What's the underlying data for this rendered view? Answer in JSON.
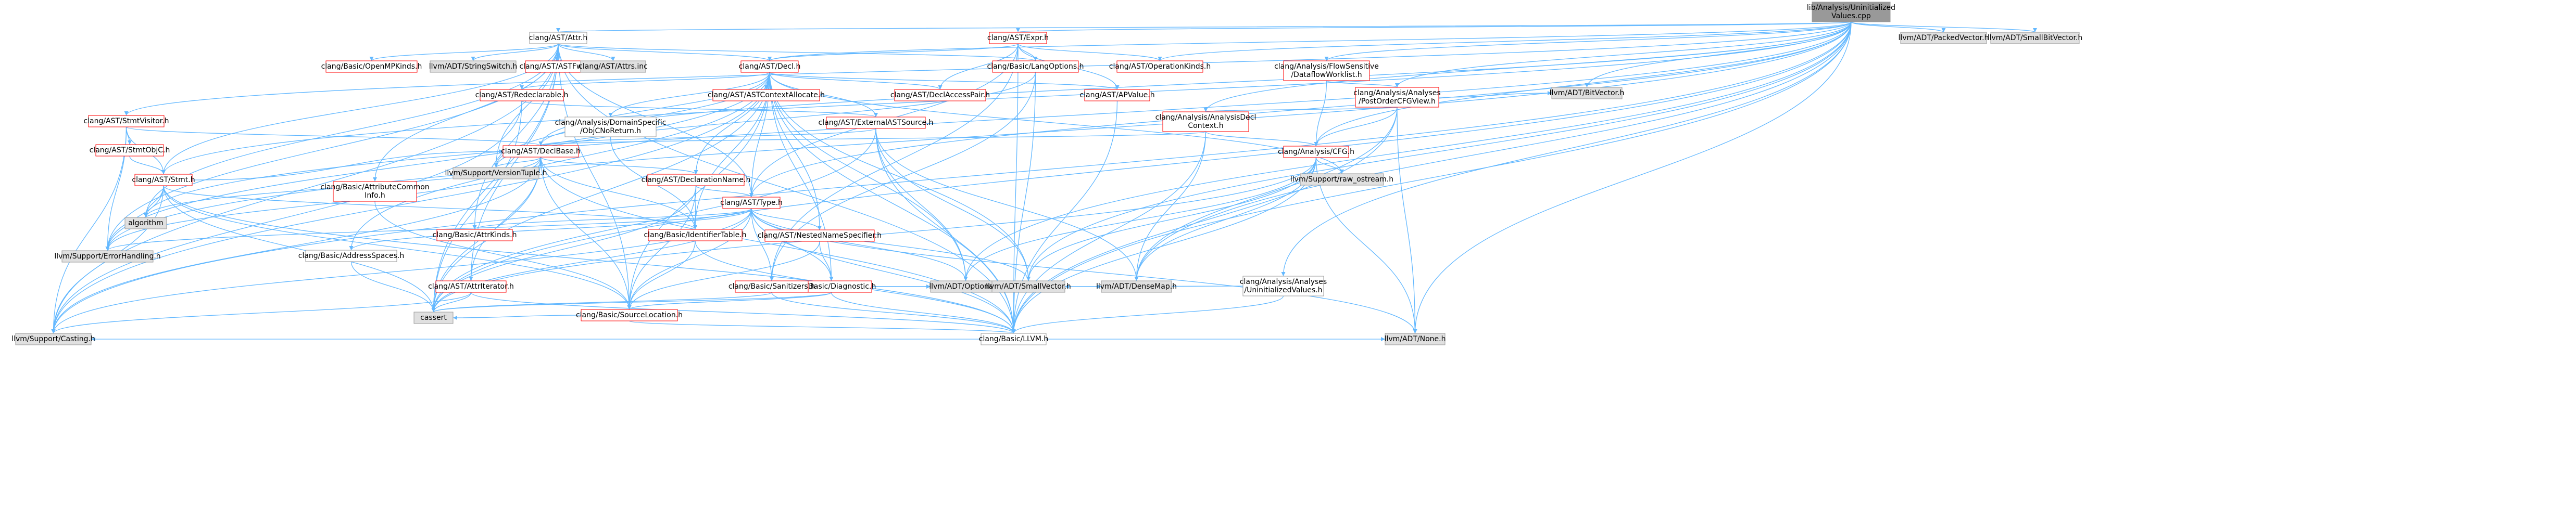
{
  "graph": {
    "colors": {
      "edge": "#63b8ff",
      "root_fill": "#999999",
      "red_border": "#ff0000",
      "gray_fill": "#e0e0e0",
      "gray_border": "#999999",
      "text": "#000000",
      "white": "#ffffff"
    },
    "nodes": [
      {
        "id": "root",
        "label": [
          "lib/Analysis/Uninitialized",
          "Values.cpp"
        ],
        "style": "root"
      },
      {
        "id": "stmtvisitor",
        "label": [
          "clang/AST/StmtVisitor.h"
        ],
        "style": "red"
      },
      {
        "id": "stmtobjc",
        "label": [
          "clang/AST/StmtObjC.h"
        ],
        "style": "red"
      },
      {
        "id": "stmt",
        "label": [
          "clang/AST/Stmt.h"
        ],
        "style": "red"
      },
      {
        "id": "attr",
        "label": [
          "clang/AST/Attr.h"
        ],
        "style": "white"
      },
      {
        "id": "decl",
        "label": [
          "clang/AST/Decl.h"
        ],
        "style": "red"
      },
      {
        "id": "expr",
        "label": [
          "clang/AST/Expr.h"
        ],
        "style": "red"
      },
      {
        "id": "opkinds",
        "label": [
          "clang/AST/OperationKinds.h"
        ],
        "style": "red"
      },
      {
        "id": "redeclarable",
        "label": [
          "clang/AST/Redeclarable.h"
        ],
        "style": "red"
      },
      {
        "id": "externalastsource",
        "label": [
          "clang/AST/ExternalASTSource.h"
        ],
        "style": "red"
      },
      {
        "id": "declbase",
        "label": [
          "clang/AST/DeclBase.h"
        ],
        "style": "red"
      },
      {
        "id": "declarationname",
        "label": [
          "clang/AST/DeclarationName.h"
        ],
        "style": "red"
      },
      {
        "id": "type",
        "label": [
          "clang/AST/Type.h"
        ],
        "style": "red"
      },
      {
        "id": "nestednamespecifier",
        "label": [
          "clang/AST/NestedNameSpecifier.h"
        ],
        "style": "red"
      },
      {
        "id": "attriterator",
        "label": [
          "clang/AST/AttrIterator.h"
        ],
        "style": "red"
      },
      {
        "id": "astcontextalloc",
        "label": [
          "clang/AST/ASTContextAllocate.h"
        ],
        "style": "red"
      },
      {
        "id": "declaccesspair",
        "label": [
          "clang/AST/DeclAccessPair.h"
        ],
        "style": "red"
      },
      {
        "id": "apvalue",
        "label": [
          "clang/AST/APValue.h"
        ],
        "style": "red"
      },
      {
        "id": "astfwd",
        "label": [
          "clang/AST/ASTFwd.h"
        ],
        "style": "red"
      },
      {
        "id": "openmpkinds",
        "label": [
          "clang/Basic/OpenMPKinds.h"
        ],
        "style": "red"
      },
      {
        "id": "stringswitch",
        "label": [
          "llvm/ADT/StringSwitch.h"
        ],
        "style": "gray"
      },
      {
        "id": "attrsinc",
        "label": [
          "clang/AST/Attrs.inc"
        ],
        "style": "gray"
      },
      {
        "id": "langoptions",
        "label": [
          "clang/Basic/LangOptions.h"
        ],
        "style": "red"
      },
      {
        "id": "attrcommoninfo",
        "label": [
          "clang/Basic/AttributeCommon",
          "Info.h"
        ],
        "style": "red"
      },
      {
        "id": "identifiertable",
        "label": [
          "clang/Basic/IdentifierTable.h"
        ],
        "style": "red"
      },
      {
        "id": "attrkinds",
        "label": [
          "clang/Basic/AttrKinds.h"
        ],
        "style": "red"
      },
      {
        "id": "addressspaces",
        "label": [
          "clang/Basic/AddressSpaces.h"
        ],
        "style": "white"
      },
      {
        "id": "diagnostic",
        "label": [
          "clang/Basic/Diagnostic.h"
        ],
        "style": "red"
      },
      {
        "id": "sanitizers",
        "label": [
          "clang/Basic/Sanitizers.h"
        ],
        "style": "red"
      },
      {
        "id": "sourcelocation",
        "label": [
          "clang/Basic/SourceLocation.h"
        ],
        "style": "red"
      },
      {
        "id": "llvmh",
        "label": [
          "clang/Basic/LLVM.h"
        ],
        "style": "white"
      },
      {
        "id": "domainobjc",
        "label": [
          "clang/Analysis/DomainSpecific",
          "/ObjCNoReturn.h"
        ],
        "style": "white"
      },
      {
        "id": "analysisdeclctx",
        "label": [
          "clang/Analysis/AnalysisDecl",
          "Context.h"
        ],
        "style": "red"
      },
      {
        "id": "cfg",
        "label": [
          "clang/Analysis/CFG.h"
        ],
        "style": "red"
      },
      {
        "id": "postorder",
        "label": [
          "clang/Analysis/Analyses",
          "/PostOrderCFGView.h"
        ],
        "style": "red"
      },
      {
        "id": "dataflow",
        "label": [
          "clang/Analysis/FlowSensitive",
          "/DataflowWorklist.h"
        ],
        "style": "red"
      },
      {
        "id": "uninitvals",
        "label": [
          "clang/Analysis/Analyses",
          "/UninitializedValues.h"
        ],
        "style": "white"
      },
      {
        "id": "versiontuple",
        "label": [
          "llvm/Support/VersionTuple.h"
        ],
        "style": "gray"
      },
      {
        "id": "rawostream",
        "label": [
          "llvm/Support/raw_ostream.h"
        ],
        "style": "gray"
      },
      {
        "id": "errorhandling",
        "label": [
          "llvm/Support/ErrorHandling.h"
        ],
        "style": "gray"
      },
      {
        "id": "casting",
        "label": [
          "llvm/Support/Casting.h"
        ],
        "style": "gray"
      },
      {
        "id": "algorithm",
        "label": [
          "algorithm"
        ],
        "style": "gray"
      },
      {
        "id": "cassert",
        "label": [
          "cassert"
        ],
        "style": "gray"
      },
      {
        "id": "optional",
        "label": [
          "llvm/ADT/Optional.h"
        ],
        "style": "gray"
      },
      {
        "id": "smallvector",
        "label": [
          "llvm/ADT/SmallVector.h"
        ],
        "style": "gray"
      },
      {
        "id": "densemap",
        "label": [
          "llvm/ADT/DenseMap.h"
        ],
        "style": "gray"
      },
      {
        "id": "none",
        "label": [
          "llvm/ADT/None.h"
        ],
        "style": "gray"
      },
      {
        "id": "bitvector",
        "label": [
          "llvm/ADT/BitVector.h"
        ],
        "style": "gray"
      },
      {
        "id": "packedvector",
        "label": [
          "llvm/ADT/PackedVector.h"
        ],
        "style": "gray"
      },
      {
        "id": "smallbitvector",
        "label": [
          "llvm/ADT/SmallBitVector.h"
        ],
        "style": "gray"
      }
    ],
    "edges": [
      [
        "root",
        "stmtvisitor"
      ],
      [
        "root",
        "stmt"
      ],
      [
        "root",
        "attr"
      ],
      [
        "root",
        "decl"
      ],
      [
        "root",
        "expr"
      ],
      [
        "root",
        "opkinds"
      ],
      [
        "root",
        "analysisdeclctx"
      ],
      [
        "root",
        "cfg"
      ],
      [
        "root",
        "postorder"
      ],
      [
        "root",
        "dataflow"
      ],
      [
        "root",
        "uninitvals"
      ],
      [
        "root",
        "llvmh"
      ],
      [
        "root",
        "optional"
      ],
      [
        "root",
        "bitvector"
      ],
      [
        "root",
        "packedvector"
      ],
      [
        "root",
        "smallbitvector"
      ],
      [
        "root",
        "casting"
      ],
      [
        "root",
        "none"
      ],
      [
        "root",
        "densemap"
      ],
      [
        "root",
        "declbase"
      ],
      [
        "root",
        "type"
      ],
      [
        "root",
        "smallvector"
      ],
      [
        "root",
        "cassert"
      ],
      [
        "root",
        "algorithm"
      ],
      [
        "root",
        "errorhandling"
      ],
      [
        "stmtvisitor",
        "stmtobjc"
      ],
      [
        "stmtvisitor",
        "stmt"
      ],
      [
        "stmtvisitor",
        "casting"
      ],
      [
        "stmtvisitor",
        "errorhandling"
      ],
      [
        "stmtvisitor",
        "declbase"
      ],
      [
        "stmtobjc",
        "stmt"
      ],
      [
        "stmt",
        "declbase"
      ],
      [
        "stmt",
        "identifiertable"
      ],
      [
        "stmt",
        "sourcelocation"
      ],
      [
        "stmt",
        "casting"
      ],
      [
        "stmt",
        "errorhandling"
      ],
      [
        "stmt",
        "algorithm"
      ],
      [
        "stmt",
        "cassert"
      ],
      [
        "stmt",
        "llvmh"
      ],
      [
        "attr",
        "decl"
      ],
      [
        "attr",
        "type"
      ],
      [
        "attr",
        "attriterator"
      ],
      [
        "attr",
        "astfwd"
      ],
      [
        "attr",
        "openmpkinds"
      ],
      [
        "attr",
        "stringswitch"
      ],
      [
        "attr",
        "attrsinc"
      ],
      [
        "attr",
        "langoptions"
      ],
      [
        "attr",
        "attrcommoninfo"
      ],
      [
        "attr",
        "attrkinds"
      ],
      [
        "attr",
        "sourcelocation"
      ],
      [
        "attr",
        "llvmh"
      ],
      [
        "attr",
        "versiontuple"
      ],
      [
        "attr",
        "errorhandling"
      ],
      [
        "attr",
        "cassert"
      ],
      [
        "attr",
        "casting"
      ],
      [
        "attr",
        "stmt"
      ],
      [
        "attr",
        "algorithm"
      ],
      [
        "decl",
        "redeclarable"
      ],
      [
        "decl",
        "externalastsource"
      ],
      [
        "decl",
        "declbase"
      ],
      [
        "decl",
        "declarationname"
      ],
      [
        "decl",
        "type"
      ],
      [
        "decl",
        "nestednamespecifier"
      ],
      [
        "decl",
        "astcontextalloc"
      ],
      [
        "decl",
        "declaccesspair"
      ],
      [
        "decl",
        "apvalue"
      ],
      [
        "decl",
        "domainobjc"
      ],
      [
        "decl",
        "identifiertable"
      ],
      [
        "decl",
        "diagnostic"
      ],
      [
        "decl",
        "sourcelocation"
      ],
      [
        "decl",
        "llvmh"
      ],
      [
        "decl",
        "optional"
      ],
      [
        "decl",
        "smallvector"
      ],
      [
        "decl",
        "versiontuple"
      ],
      [
        "decl",
        "casting"
      ],
      [
        "decl",
        "errorhandling"
      ],
      [
        "decl",
        "cassert"
      ],
      [
        "decl",
        "addressspaces"
      ],
      [
        "decl",
        "rawostream"
      ],
      [
        "expr",
        "decl"
      ],
      [
        "expr",
        "declaccesspair"
      ],
      [
        "expr",
        "opkinds"
      ],
      [
        "expr",
        "type"
      ],
      [
        "expr",
        "apvalue"
      ],
      [
        "expr",
        "langoptions"
      ],
      [
        "expr",
        "llvmh"
      ],
      [
        "expr",
        "sanitizers"
      ],
      [
        "redeclarable",
        "externalastsource"
      ],
      [
        "redeclarable",
        "casting"
      ],
      [
        "redeclarable",
        "cassert"
      ],
      [
        "externalastsource",
        "declbase"
      ],
      [
        "externalastsource",
        "llvmh"
      ],
      [
        "externalastsource",
        "optional"
      ],
      [
        "externalastsource",
        "smallvector"
      ],
      [
        "externalastsource",
        "densemap"
      ],
      [
        "externalastsource",
        "cassert"
      ],
      [
        "declbase",
        "declarationname"
      ],
      [
        "declbase",
        "attriterator"
      ],
      [
        "declbase",
        "identifiertable"
      ],
      [
        "declbase",
        "sourcelocation"
      ],
      [
        "declbase",
        "llvmh"
      ],
      [
        "declbase",
        "versiontuple"
      ],
      [
        "declbase",
        "casting"
      ],
      [
        "declbase",
        "algorithm"
      ],
      [
        "declbase",
        "cassert"
      ],
      [
        "declbase",
        "errorhandling"
      ],
      [
        "declarationname",
        "identifiertable"
      ],
      [
        "declarationname",
        "type"
      ],
      [
        "declarationname",
        "sourcelocation"
      ],
      [
        "declarationname",
        "cassert"
      ],
      [
        "type",
        "nestednamespecifier"
      ],
      [
        "type",
        "addressspaces"
      ],
      [
        "type",
        "attrkinds"
      ],
      [
        "type",
        "diagnostic"
      ],
      [
        "type",
        "sourcelocation"
      ],
      [
        "type",
        "llvmh"
      ],
      [
        "type",
        "optional"
      ],
      [
        "type",
        "smallvector"
      ],
      [
        "type",
        "none"
      ],
      [
        "type",
        "casting"
      ],
      [
        "type",
        "errorhandling"
      ],
      [
        "type",
        "cassert"
      ],
      [
        "type",
        "sanitizers"
      ],
      [
        "nestednamespecifier",
        "diagnostic"
      ],
      [
        "nestednamespecifier",
        "sourcelocation"
      ],
      [
        "attriterator",
        "llvmh"
      ],
      [
        "attriterator",
        "casting"
      ],
      [
        "attriterator",
        "cassert"
      ],
      [
        "apvalue",
        "llvmh"
      ],
      [
        "langoptions",
        "llvmh"
      ],
      [
        "langoptions",
        "sanitizers"
      ],
      [
        "langoptions",
        "versiontuple"
      ],
      [
        "attrcommoninfo",
        "sourcelocation"
      ],
      [
        "identifiertable",
        "llvmh"
      ],
      [
        "identifiertable",
        "sourcelocation"
      ],
      [
        "addressspaces",
        "cassert"
      ],
      [
        "diagnostic",
        "sourcelocation"
      ],
      [
        "diagnostic",
        "llvmh"
      ],
      [
        "diagnostic",
        "optional"
      ],
      [
        "diagnostic",
        "smallvector"
      ],
      [
        "diagnostic",
        "densemap"
      ],
      [
        "diagnostic",
        "cassert"
      ],
      [
        "sanitizers",
        "llvmh"
      ],
      [
        "sanitizers",
        "cassert"
      ],
      [
        "sourcelocation",
        "llvmh"
      ],
      [
        "sourcelocation",
        "cassert"
      ],
      [
        "llvmh",
        "casting"
      ],
      [
        "llvmh",
        "none"
      ],
      [
        "analysisdeclctx",
        "declbase"
      ],
      [
        "analysisdeclctx",
        "cfg"
      ],
      [
        "analysisdeclctx",
        "llvmh"
      ],
      [
        "analysisdeclctx",
        "densemap"
      ],
      [
        "cfg",
        "rawostream"
      ],
      [
        "cfg",
        "llvmh"
      ],
      [
        "cfg",
        "optional"
      ],
      [
        "cfg",
        "densemap"
      ],
      [
        "cfg",
        "smallvector"
      ],
      [
        "cfg",
        "none"
      ],
      [
        "cfg",
        "cassert"
      ],
      [
        "postorder",
        "analysisdeclctx"
      ],
      [
        "postorder",
        "cfg"
      ],
      [
        "postorder",
        "bitvector"
      ],
      [
        "postorder",
        "llvmh"
      ],
      [
        "postorder",
        "densemap"
      ],
      [
        "postorder",
        "none"
      ],
      [
        "dataflow",
        "postorder"
      ],
      [
        "dataflow",
        "cfg"
      ],
      [
        "uninitvals",
        "llvmh"
      ],
      [
        "uninitvals",
        "smallvector"
      ],
      [
        "domainobjc",
        "identifiertable"
      ]
    ]
  }
}
